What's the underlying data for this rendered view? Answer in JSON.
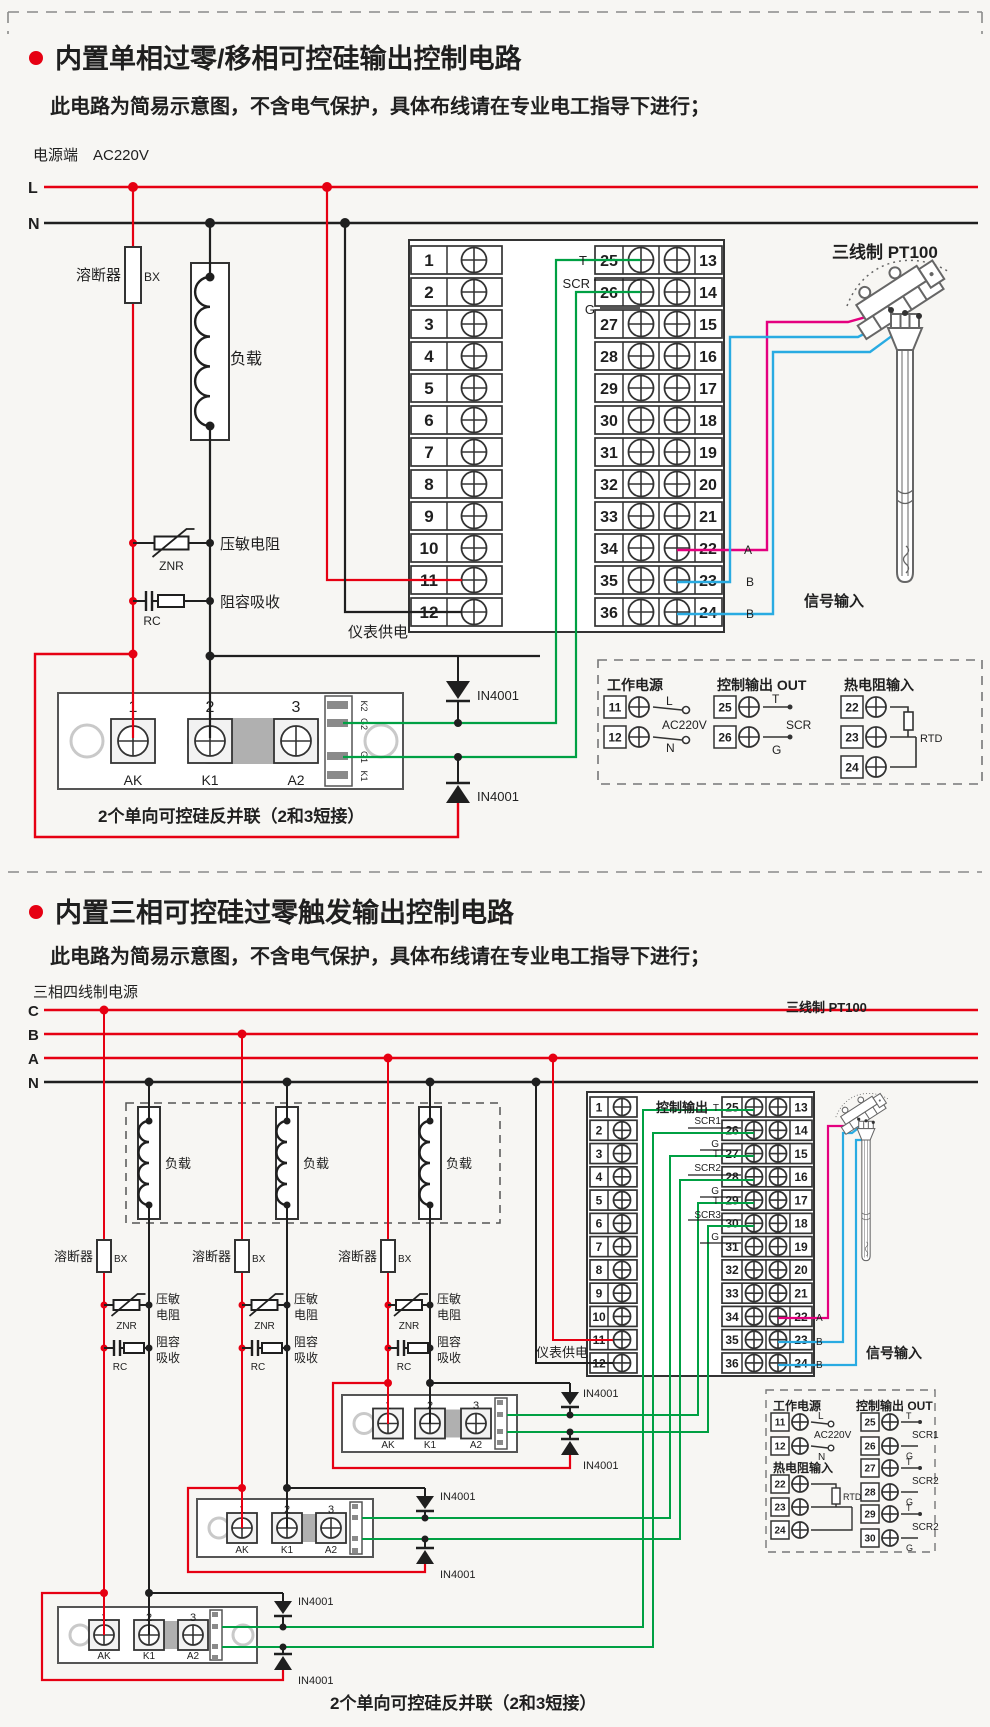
{
  "colors": {
    "red": "#e60012",
    "green": "#00a043",
    "pink": "#e4007f",
    "blue": "#29abe2",
    "dark": "#1f1f1f"
  },
  "section1": {
    "title": "内置单相过零/移相可控硅输出控制电路",
    "subtitle": "此电路为简易示意图，不含电气保护，具体布线请在专业电工指导下进行；",
    "power_label": "电源端　AC220V",
    "line_l": "L",
    "line_n": "N",
    "fuse_label": "溶断器",
    "fuse_code": "BX",
    "load_label": "负载",
    "znr_label": "压敏电阻",
    "znr_code": "ZNR",
    "rc_label": "阻容吸收",
    "rc_code": "RC",
    "meter_label": "仪表供电",
    "t": "T",
    "scr": "SCR",
    "g": "G",
    "diode": "IN4001",
    "pt100_title": "三线制  PT100",
    "sig_a": "A",
    "sig_b1": "B",
    "sig_b2": "B",
    "signal_label": "信号输入",
    "terminals_left": [
      "1",
      "2",
      "3",
      "4",
      "5",
      "6",
      "7",
      "8",
      "9",
      "10",
      "11",
      "12"
    ],
    "terminals_mid": [
      "25",
      "26",
      "27",
      "28",
      "29",
      "30",
      "31",
      "32",
      "33",
      "34",
      "35",
      "36"
    ],
    "terminals_right": [
      "13",
      "14",
      "15",
      "16",
      "17",
      "18",
      "19",
      "20",
      "21",
      "22",
      "23",
      "24"
    ],
    "module": {
      "p1": "1",
      "p2": "2",
      "p3": "3",
      "l1": "AK",
      "l2": "K1",
      "l3": "A2",
      "s1": "K2",
      "s2": "G2",
      "s3": "G1",
      "s4": "K1"
    },
    "caption": "2个单向可控硅反并联（2和3短接）",
    "legend": {
      "power_title": "工作电源",
      "n11": "11",
      "n12": "12",
      "l": "L",
      "n": "N",
      "voltage": "AC220V",
      "out_title": "控制输出 OUT",
      "n25": "25",
      "n26": "26",
      "t": "T",
      "scr": "SCR",
      "g": "G",
      "rtd_title": "热电阻输入",
      "n22": "22",
      "n23": "23",
      "n24": "24",
      "rtd": "RTD"
    }
  },
  "section2": {
    "title": "内置三相可控硅过零触发输出控制电路",
    "subtitle": "此电路为简易示意图，不含电气保护，具体布线请在专业电工指导下进行；",
    "power_label": "三相四线制电源",
    "lines": [
      "C",
      "B",
      "A",
      "N"
    ],
    "fuse_label": "溶断器",
    "fuse_code": "BX",
    "load_label": "负载",
    "znr_l1": "压敏",
    "znr_l2": "电阻",
    "znr_code": "ZNR",
    "rc_l1": "阻容",
    "rc_l2": "吸收",
    "rc_code": "RC",
    "ctrl_label": "控制输出",
    "t": "T",
    "g": "G",
    "scr_names": [
      "SCR1",
      "SCR2",
      "SCR3"
    ],
    "meter_label": "仪表供电",
    "sig_a": "A",
    "sig_b1": "B",
    "sig_b2": "B",
    "signal_label": "信号输入",
    "pt100_title": "三线制  PT100",
    "diode": "IN4001",
    "terminals_left": [
      "1",
      "2",
      "3",
      "4",
      "5",
      "6",
      "7",
      "8",
      "9",
      "10",
      "11",
      "12"
    ],
    "terminals_mid": [
      "25",
      "26",
      "27",
      "28",
      "29",
      "30",
      "31",
      "32",
      "33",
      "34",
      "35",
      "36"
    ],
    "terminals_right": [
      "13",
      "14",
      "15",
      "16",
      "17",
      "18",
      "19",
      "20",
      "21",
      "22",
      "23",
      "24"
    ],
    "module": {
      "p1": "1",
      "p2": "2",
      "p3": "3",
      "l1": "AK",
      "l2": "K1",
      "l3": "A2"
    },
    "caption": "2个单向可控硅反并联（2和3短接）",
    "legend": {
      "power_title": "工作电源",
      "n11": "11",
      "n12": "12",
      "l": "L",
      "n": "N",
      "voltage": "AC220V",
      "rtd_title": "热电阻输入",
      "n22": "22",
      "n23": "23",
      "n24": "24",
      "rtd": "RTD",
      "out_title": "控制输出 OUT",
      "groups": [
        {
          "a": "25",
          "b": "26",
          "name": "SCR1"
        },
        {
          "a": "27",
          "b": "28",
          "name": "SCR2"
        },
        {
          "a": "29",
          "b": "30",
          "name": "SCR2"
        }
      ]
    }
  }
}
